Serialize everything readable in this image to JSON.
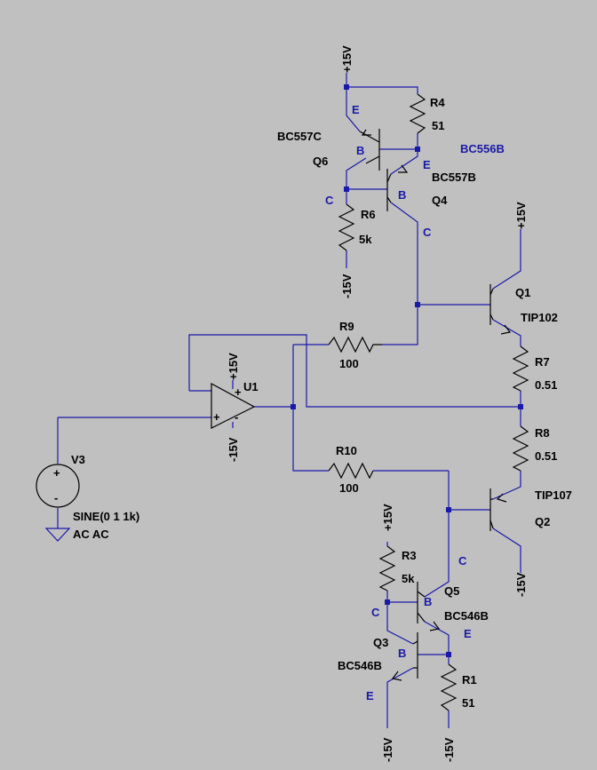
{
  "supply": {
    "pos": "+15V",
    "neg": "-15V"
  },
  "pins": {
    "emitter": "E",
    "base": "B",
    "collector": "C"
  },
  "components": {
    "q1": {
      "ref": "Q1",
      "model": "TIP102"
    },
    "q2": {
      "ref": "Q2",
      "model": "TIP107"
    },
    "q3": {
      "ref": "Q3",
      "model": "BC546B"
    },
    "q4": {
      "ref": "Q4",
      "model": "BC557B"
    },
    "q5": {
      "ref": "Q5",
      "model": "BC546B"
    },
    "q6": {
      "ref": "Q6",
      "model": "BC557C"
    },
    "r1": {
      "ref": "R1",
      "value": "51"
    },
    "r3": {
      "ref": "R3",
      "value": "5k"
    },
    "r4": {
      "ref": "R4",
      "value": "51"
    },
    "r6": {
      "ref": "R6",
      "value": "5k"
    },
    "r7": {
      "ref": "R7",
      "value": "0.51"
    },
    "r8": {
      "ref": "R8",
      "value": "0.51"
    },
    "r9": {
      "ref": "R9",
      "value": "100"
    },
    "r10": {
      "ref": "R10",
      "value": "100"
    },
    "u1": {
      "ref": "U1",
      "plus": "+",
      "minus": "-"
    },
    "v3": {
      "ref": "V3",
      "spec": "SINE(0 1 1k)",
      "ac": "AC AC",
      "plus": "+",
      "minus": "-"
    }
  },
  "note": "BC556B",
  "colors": {
    "wire": "#1a1aa8",
    "background": "#c0c0c0",
    "component": "#000000"
  }
}
